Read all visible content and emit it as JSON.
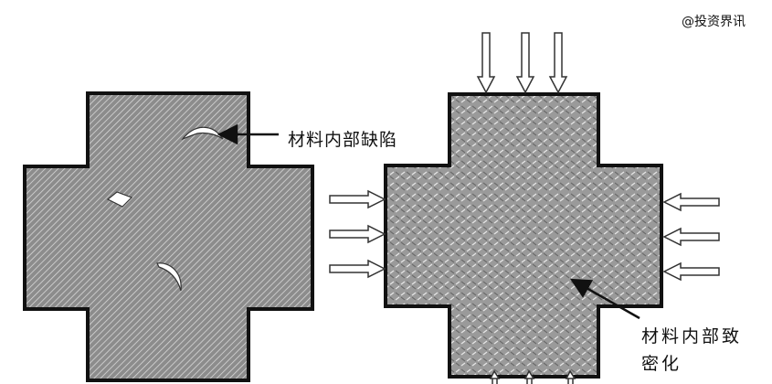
{
  "watermark": "@投资界讯",
  "labels": {
    "defects": "材料内部缺陷",
    "densification_line1": "材料内部致",
    "densification_line2": "密化"
  },
  "colors": {
    "outline": "#111111",
    "left_fill": "#8a8a8a",
    "right_fill": "#9a9a9a",
    "defect_fill": "#ffffff",
    "background": "#ffffff"
  },
  "icons": {
    "pressure_arrow": "outline-arrow-icon",
    "pointer_arrow": "solid-arrow-icon"
  }
}
